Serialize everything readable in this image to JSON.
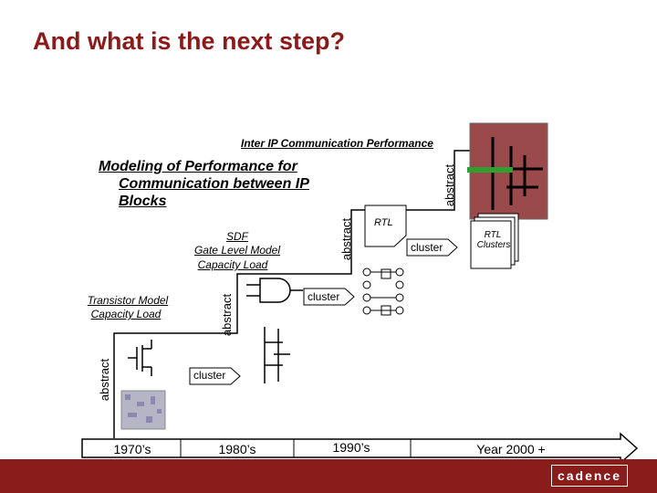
{
  "slide": {
    "title": "And what is the next step?"
  },
  "labels": {
    "inter_ip": "Inter IP Communication Performance",
    "modeling_line1": "Modeling of Performance for",
    "modeling_line2": "Communication between IP",
    "modeling_line3": "Blocks",
    "sdf_line1": "SDF",
    "sdf_line2": "Gate Level Model",
    "sdf_line3": "Capacity Load",
    "transistor_line1": "Transistor Model",
    "transistor_line2": "Capacity Load",
    "rtl": "RTL",
    "rtl_clusters_line1": "RTL",
    "rtl_clusters_line2": "Clusters"
  },
  "abstract_labels": [
    "abstract",
    "abstract",
    "abstract",
    "abstract"
  ],
  "cluster_labels": [
    "cluster",
    "cluster",
    "cluster"
  ],
  "eras": [
    "1970’s",
    "1980’s",
    "1990’s",
    "Year 2000 +"
  ],
  "brand": {
    "logo_text": "cadence",
    "accent": "#8b1a1a",
    "footer": "#8a1c1c",
    "box_fill": "#9a4a4a"
  }
}
